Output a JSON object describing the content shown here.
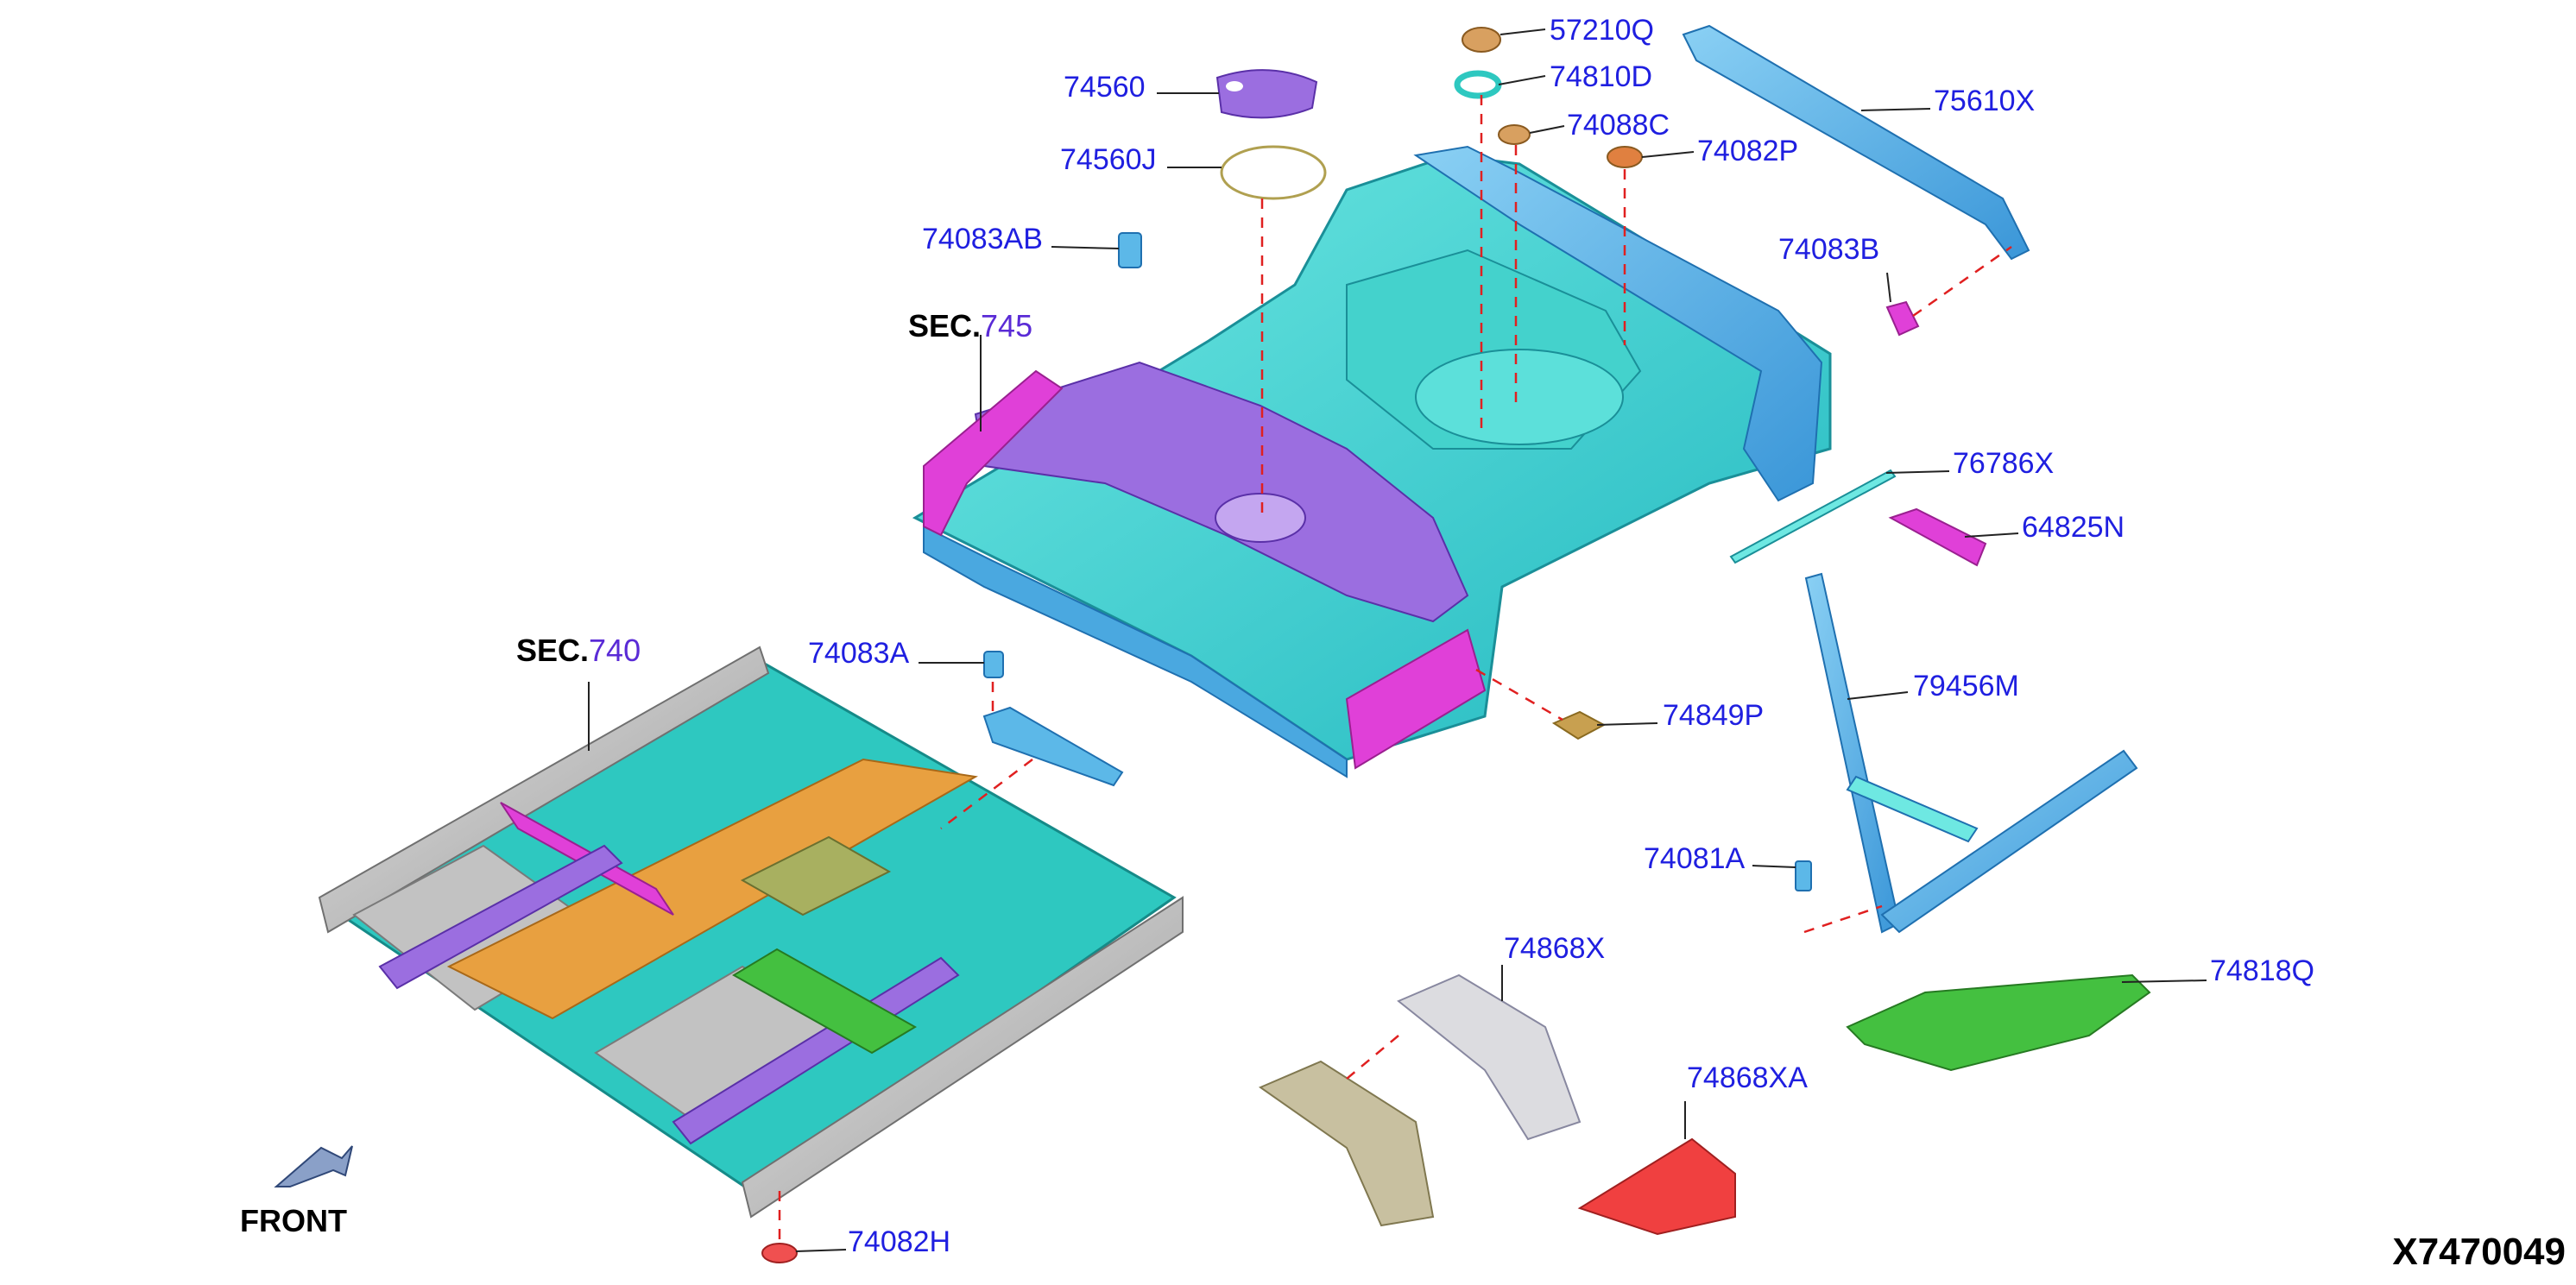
{
  "diagram": {
    "diagram_code": "X7470049",
    "front_label": "FRONT",
    "sections": [
      {
        "prefix": "SEC.",
        "number": "745"
      },
      {
        "prefix": "SEC.",
        "number": "740"
      }
    ],
    "parts": [
      "57210Q",
      "74810D",
      "74560",
      "74088C",
      "74082P",
      "74560J",
      "75610X",
      "74083AB",
      "74083B",
      "76786X",
      "64825N",
      "74083A",
      "79456M",
      "74849P",
      "74081A",
      "74868X",
      "74818Q",
      "74868XA",
      "74082H"
    ]
  },
  "colors": {
    "label_blue": "#1f1fe0",
    "section_number": "#5a2bd6",
    "cyan_panel": "#3fd6cf",
    "blue_panel": "#5cb8e8",
    "purple_panel": "#a070e0",
    "magenta_panel": "#e040d8",
    "orange_panel": "#e8a040",
    "green_panel": "#44c040",
    "gray_panel": "#b8b8b8",
    "red_panel": "#f04040",
    "tan_panel": "#c8c0a0",
    "leader_dash": "#e02020"
  }
}
